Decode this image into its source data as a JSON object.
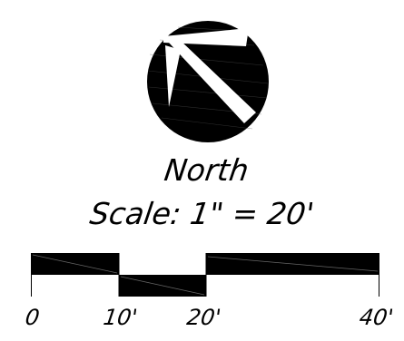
{
  "north_arrow": {
    "label": "North"
  },
  "scale": {
    "text": "Scale: 1\" = 20'",
    "bar_distances_ft": [
      0,
      10,
      20,
      40
    ],
    "tick_labels": [
      "0",
      "10'",
      "20'",
      "40'"
    ]
  },
  "colors": {
    "ink": "#000000",
    "paper": "#ffffff"
  }
}
